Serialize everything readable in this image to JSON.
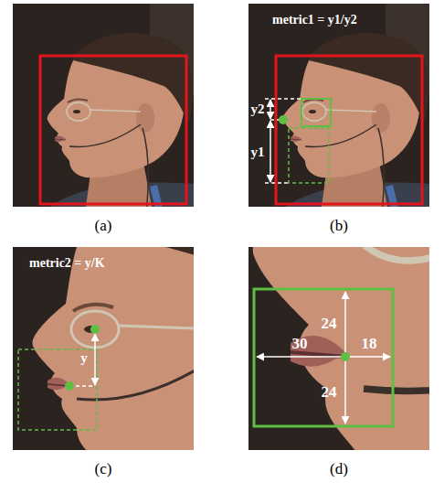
{
  "diagram": {
    "labels": [
      "(a)",
      "metric1 = y1/y2",
      "y2",
      "y1",
      "(b)",
      "metric2 = y/K",
      "y",
      "(c)",
      "24",
      "30",
      "18",
      "24",
      "(d)"
    ]
  }
}
